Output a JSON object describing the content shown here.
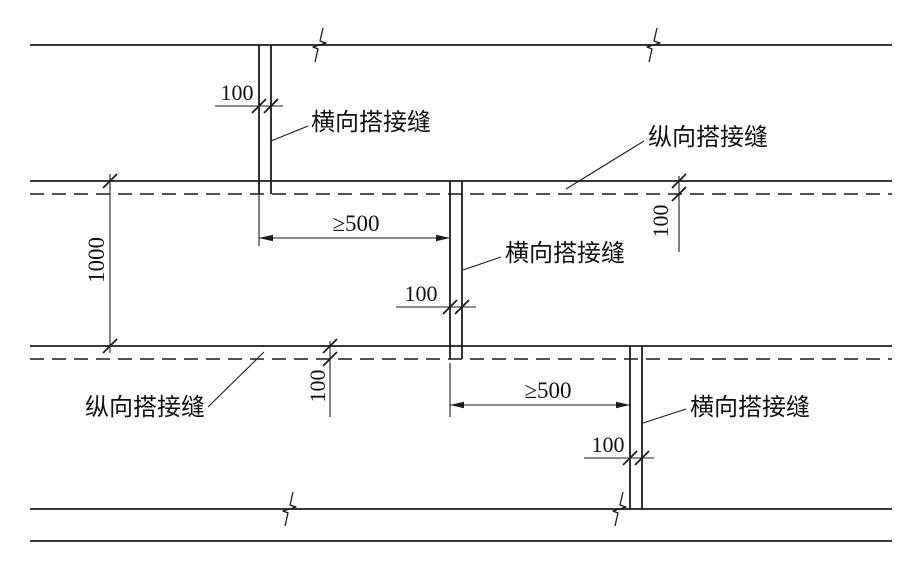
{
  "drawing": {
    "background_color": "#ffffff",
    "line_color": "#1c1c1c",
    "dimensions": {
      "top_lap_width": "100",
      "top_min_spacing": "≥500",
      "sheet_width": "1000",
      "right_lap_width": "100",
      "mid_lap_width": "100",
      "mid_left_lap_width": "100",
      "bottom_min_spacing": "≥500",
      "bottom_lap_width": "100"
    },
    "labels": {
      "transverse_seam_top": "横向搭接缝",
      "longitudinal_seam_top_right": "纵向搭接缝",
      "transverse_seam_middle": "横向搭接缝",
      "longitudinal_seam_bottom_left": "纵向搭接缝",
      "transverse_seam_bottom": "横向搭接缝"
    }
  }
}
